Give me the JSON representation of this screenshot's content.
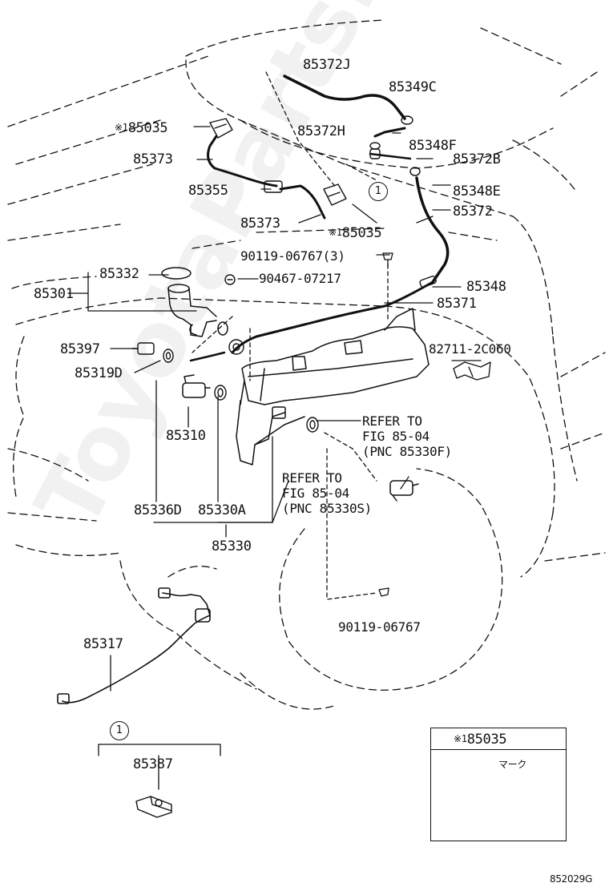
{
  "watermark": "ToyotaParts.ru",
  "figure_code": "852029G",
  "note_mark": "※1",
  "callout_number": "1",
  "parts": {
    "p85372J": "85372J",
    "p85349C": "85349C",
    "p85035_top": "85035",
    "p85372H": "85372H",
    "p85348F": "85348F",
    "p85373_top": "85373",
    "p85372B": "85372B",
    "p85355": "85355",
    "p85348E": "85348E",
    "p85372": "85372",
    "p85373_mid": "85373",
    "p85035_mid": "85035",
    "p90119_06767_3": "90119-06767(3)",
    "p85332": "85332",
    "p90467_07217": "90467-07217",
    "p85301": "85301",
    "p85348": "85348",
    "p85371": "85371",
    "p85397": "85397",
    "p82711_2C060": "82711-2C060",
    "p85319D": "85319D",
    "p85310": "85310",
    "p85336D": "85336D",
    "p85330A": "85330A",
    "p85330": "85330",
    "p90119_06767": "90119-06767",
    "p85317": "85317",
    "p85387": "85387",
    "p85035_inset": "85035"
  },
  "refer_front": [
    "REFER TO",
    "FIG 85-04",
    "(PNC 85330F)"
  ],
  "refer_rear": [
    "REFER TO",
    "FIG 85-04",
    "(PNC 85330S)"
  ],
  "inset_mark_label": "マーク"
}
